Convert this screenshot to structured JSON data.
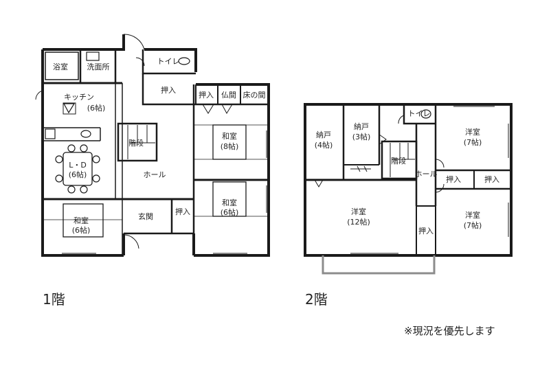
{
  "floors": [
    {
      "label": "1階",
      "rooms": {
        "bath": "浴室",
        "washroom": "洗面所",
        "toilet": "トイレ",
        "kitchen_name": "キッチン",
        "kitchen_size": "(6帖)",
        "storage_top": "押入",
        "storage_a": "押入",
        "butsuma": "仏間",
        "tokonoma": "床の間",
        "stairs": "階段",
        "washitsu8_name": "和室",
        "washitsu8_size": "(8帖)",
        "ld_name": "L・D",
        "ld_size": "(6帖)",
        "hall": "ホール",
        "washitsu6b_name": "和室",
        "washitsu6b_size": "(6帖)",
        "genkan": "玄関",
        "storage_genkan": "押入",
        "washitsu6a_name": "和室",
        "washitsu6a_size": "(6帖)"
      }
    },
    {
      "label": "2階",
      "rooms": {
        "nando4_name": "納戸",
        "nando4_size": "(4帖)",
        "nando3_name": "納戸",
        "nando3_size": "(3帖)",
        "toilet": "トイレ",
        "youshitsu7a_name": "洋室",
        "youshitsu7a_size": "(7帖)",
        "stairs": "階段",
        "hall": "ホール",
        "storage_a": "押入",
        "storage_b": "押入",
        "youshitsu12_name": "洋室",
        "youshitsu12_size": "(12帖)",
        "storage_c": "押入",
        "youshitsu7b_name": "洋室",
        "youshitsu7b_size": "(7帖)"
      }
    }
  ],
  "note": "※現況を優先します",
  "colors": {
    "wall": "#1a1a1a",
    "balcony": "#8c8c8c",
    "text": "#222222"
  }
}
